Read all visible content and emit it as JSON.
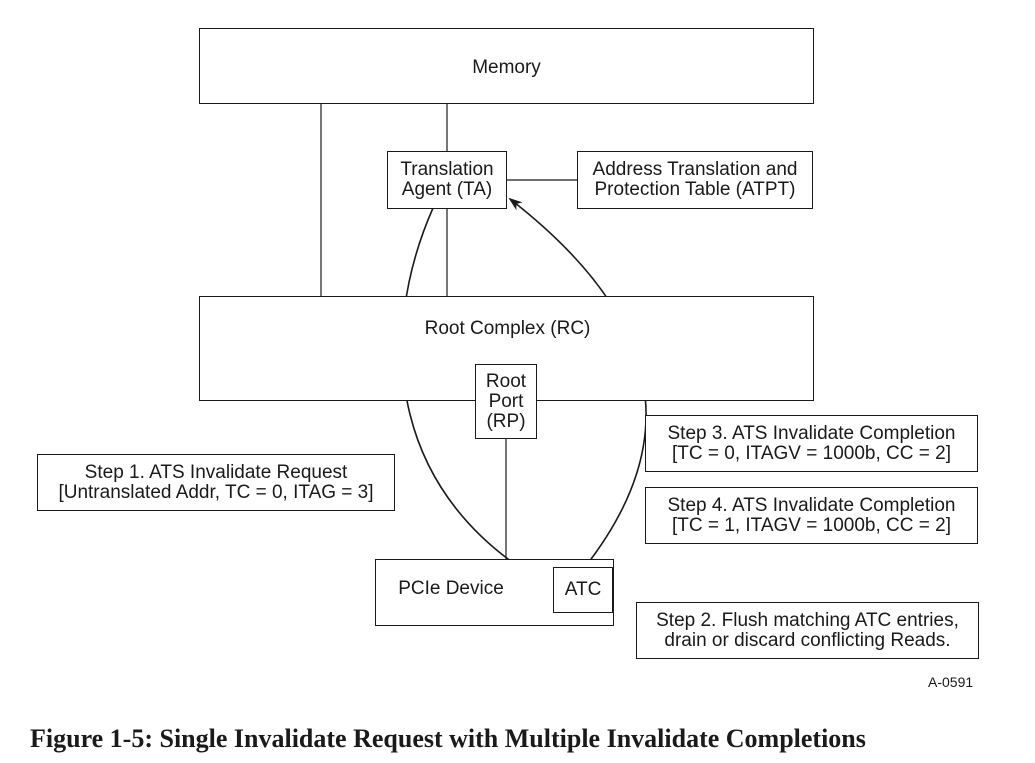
{
  "nodes": {
    "memory": "Memory",
    "ta": [
      "Translation",
      "Agent (TA)"
    ],
    "atpt": [
      "Address Translation and",
      "Protection Table (ATPT)"
    ],
    "root_complex": "Root Complex (RC)",
    "root_port": [
      "Root",
      "Port",
      "(RP)"
    ],
    "pcie_device": "PCIe Device",
    "atc": "ATC"
  },
  "steps": {
    "step1": [
      "Step 1. ATS Invalidate Request",
      "[Untranslated Addr, TC = 0, ITAG = 3]"
    ],
    "step2": [
      "Step 2. Flush matching ATC entries,",
      "drain or discard conflicting Reads."
    ],
    "step3": [
      "Step 3. ATS Invalidate Completion",
      "[TC = 0, ITAGV = 1000b, CC = 2]"
    ],
    "step4": [
      "Step 4. ATS Invalidate Completion",
      "[TC = 1, ITAGV = 1000b, CC = 2]"
    ]
  },
  "figure_id": "A-0591",
  "caption": "Figure 1-5:  Single Invalidate Request with Multiple Invalidate Completions"
}
